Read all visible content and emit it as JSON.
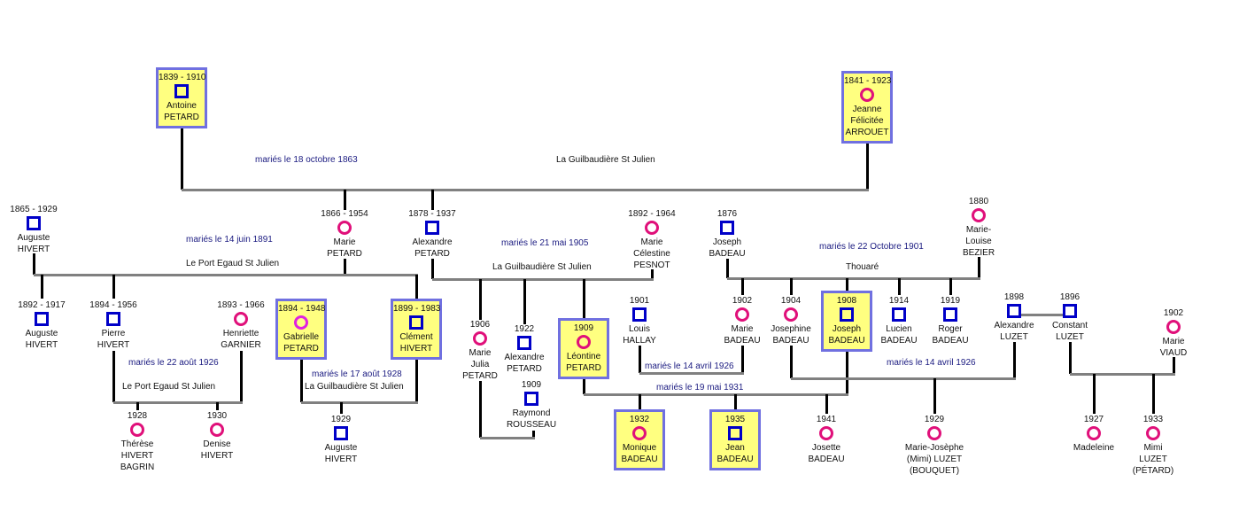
{
  "colors": {
    "male": "#0000c8",
    "female": "#e0107a",
    "highlight_bg": "#ffff80",
    "highlight_border": "#7070e0",
    "marriage_text": "#1a1a80"
  },
  "persons": [
    {
      "years": "1839 - 1910",
      "name": [
        "Antoine",
        "PETARD"
      ],
      "gender": "m",
      "highlighted": true
    },
    {
      "years": "1841 - 1923",
      "name": [
        "Jeanne",
        "Félicitée",
        "ARROUET"
      ],
      "gender": "f",
      "highlighted": true
    },
    {
      "years": "1865 - 1929",
      "name": [
        "Auguste",
        "HIVERT"
      ],
      "gender": "m"
    },
    {
      "years": "1866 - 1954",
      "name": [
        "Marie",
        "PETARD"
      ],
      "gender": "f"
    },
    {
      "years": "1878 - 1937",
      "name": [
        "Alexandre",
        "PETARD"
      ],
      "gender": "m"
    },
    {
      "years": "1892 - 1964",
      "name": [
        "Marie",
        "Célestine",
        "PESNOT"
      ],
      "gender": "f"
    },
    {
      "years": "1876",
      "name": [
        "Joseph",
        "BADEAU"
      ],
      "gender": "m"
    },
    {
      "years": "1880",
      "name": [
        "Marie-",
        "Louise",
        "BEZIER"
      ],
      "gender": "f"
    },
    {
      "years": "1892 - 1917",
      "name": [
        "Auguste",
        "HIVERT"
      ],
      "gender": "m"
    },
    {
      "years": "1894 - 1956",
      "name": [
        "Pierre",
        "HIVERT"
      ],
      "gender": "m"
    },
    {
      "years": "1893 - 1966",
      "name": [
        "Henriette",
        "GARNIER"
      ],
      "gender": "f"
    },
    {
      "years": "1894 - 1948",
      "name": [
        "Gabrielle",
        "PETARD"
      ],
      "gender": "f",
      "highlighted": true
    },
    {
      "years": "1899 - 1983",
      "name": [
        "Clément",
        "HIVERT"
      ],
      "gender": "m",
      "highlighted": true
    },
    {
      "years": "1906",
      "name": [
        "Marie",
        "Julia",
        "PETARD"
      ],
      "gender": "f"
    },
    {
      "years": "1922",
      "name": [
        "Alexandre",
        "PETARD"
      ],
      "gender": "m"
    },
    {
      "years": "1909",
      "name": [
        "Raymond",
        "ROUSSEAU"
      ],
      "gender": "m"
    },
    {
      "years": "1909",
      "name": [
        "Léontine",
        "PETARD"
      ],
      "gender": "f",
      "highlighted": true
    },
    {
      "years": "1901",
      "name": [
        "Louis",
        "HALLAY"
      ],
      "gender": "m"
    },
    {
      "years": "1902",
      "name": [
        "Marie",
        "BADEAU"
      ],
      "gender": "f"
    },
    {
      "years": "1904",
      "name": [
        "Josephine",
        "BADEAU"
      ],
      "gender": "f"
    },
    {
      "years": "1908",
      "name": [
        "Joseph",
        "BADEAU"
      ],
      "gender": "m",
      "highlighted": true
    },
    {
      "years": "1914",
      "name": [
        "Lucien",
        "BADEAU"
      ],
      "gender": "m"
    },
    {
      "years": "1919",
      "name": [
        "Roger",
        "BADEAU"
      ],
      "gender": "m"
    },
    {
      "years": "1898",
      "name": [
        "Alexandre",
        "LUZET"
      ],
      "gender": "m"
    },
    {
      "years": "1896",
      "name": [
        "Constant",
        "LUZET"
      ],
      "gender": "m"
    },
    {
      "years": "1902",
      "name": [
        "Marie",
        "VIAUD"
      ],
      "gender": "f"
    },
    {
      "years": "1928",
      "name": [
        "Thérèse",
        "HIVERT",
        "BAGRIN"
      ],
      "gender": "f"
    },
    {
      "years": "1930",
      "name": [
        "Denise",
        "HIVERT"
      ],
      "gender": "f"
    },
    {
      "years": "1929",
      "name": [
        "Auguste",
        "HIVERT"
      ],
      "gender": "m"
    },
    {
      "years": "1932",
      "name": [
        "Monique",
        "BADEAU"
      ],
      "gender": "f",
      "highlighted": true
    },
    {
      "years": "1935",
      "name": [
        "Jean",
        "BADEAU"
      ],
      "gender": "m",
      "highlighted": true
    },
    {
      "years": "1941",
      "name": [
        "Josette",
        "BADEAU"
      ],
      "gender": "f"
    },
    {
      "years": "1929",
      "name": [
        "Marie-Josèphe",
        "(Mimi) LUZET",
        "(BOUQUET)"
      ],
      "gender": "f"
    },
    {
      "years": "1927",
      "name": [
        "Madeleine"
      ],
      "gender": "f"
    },
    {
      "years": "1933",
      "name": [
        "Mimi",
        "LUZET",
        "(PÉTARD)"
      ],
      "gender": "f"
    }
  ],
  "marriages": [
    {
      "date": "mariés le 18 octobre 1863",
      "place": "La Guilbaudière St Julien"
    },
    {
      "date": "mariés le 14 juin 1891",
      "place": "Le Port Egaud St Julien"
    },
    {
      "date": "mariés le 21 mai 1905",
      "place": "La Guilbaudière St Julien"
    },
    {
      "date": "mariés le 22 Octobre 1901",
      "place": "Thouaré"
    },
    {
      "date": "mariés le 22 août 1926",
      "place": "Le Port Egaud St Julien"
    },
    {
      "date": "mariés le 17 août 1928",
      "place": "La Guilbaudière St Julien"
    },
    {
      "date": "mariés le 14 avril 1926"
    },
    {
      "date": "mariés le 19 mai 1931"
    },
    {
      "date": "mariés le 14 avril 1926"
    }
  ]
}
